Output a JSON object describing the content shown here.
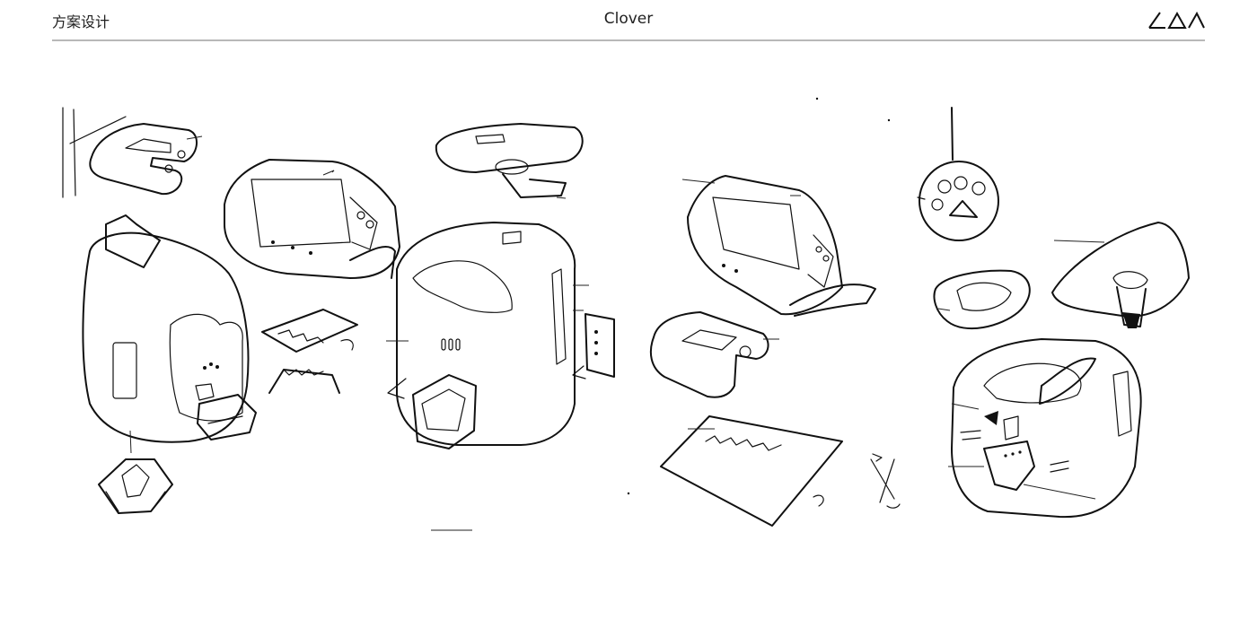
{
  "header": {
    "section_title": "方案设计",
    "project_name": "Clover",
    "logo_icon": "brand-triangle-logo"
  },
  "sketches": [
    {
      "id": "feeder-front-view-sketch",
      "icon": "pet-feeder-sketch"
    },
    {
      "id": "bowl-clip-sketch",
      "icon": "bowl-clip-sketch"
    },
    {
      "id": "open-lid-sketch",
      "icon": "open-lid-sketch"
    },
    {
      "id": "bowl-detail-sketch",
      "icon": "bowl-sketch"
    },
    {
      "id": "feeder-side-view-sketch",
      "icon": "pet-feeder-sketch"
    },
    {
      "id": "remote-control-sketch",
      "icon": "paw-remote-sketch"
    },
    {
      "id": "tray-sketch",
      "icon": "tray-sketch"
    },
    {
      "id": "scoop-sketch",
      "icon": "scoop-sketch"
    }
  ],
  "colors": {
    "ink": "#111111",
    "rule": "#b8b8b8",
    "background": "#ffffff"
  }
}
